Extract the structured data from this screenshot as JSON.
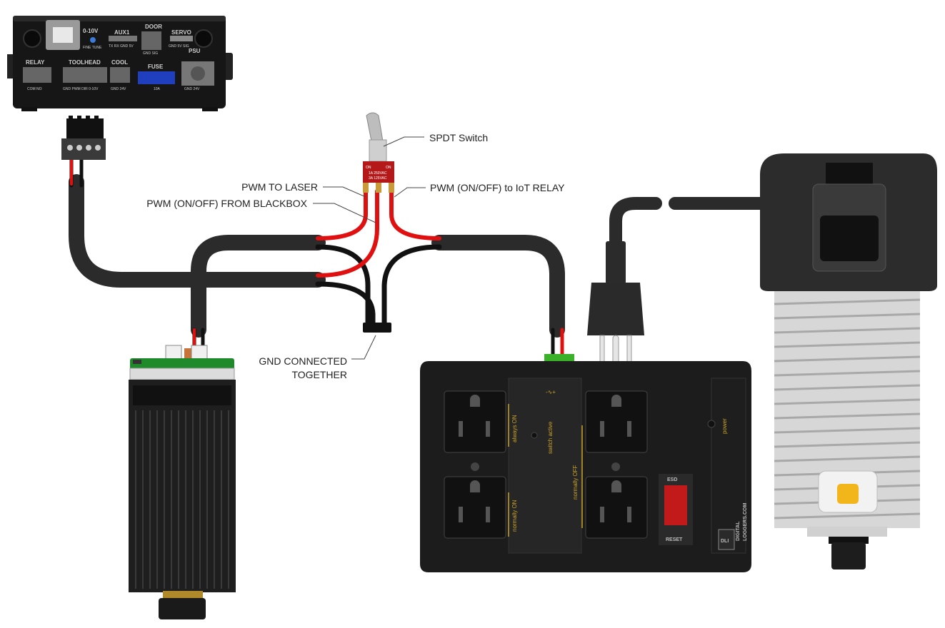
{
  "labels": {
    "spdt_switch": "SPDT Switch",
    "pwm_to_laser": "PWM TO LASER",
    "pwm_from_blackbox": "PWM (ON/OFF) FROM BLACKBOX",
    "pwm_to_iot": "PWM (ON/OFF) to IoT RELAY",
    "gnd_line1": "GND CONNECTED",
    "gnd_line2": "TOGETHER"
  },
  "blackbox": {
    "v010": "0-10V",
    "fine_tune": "FINE TUNE",
    "aux1": "AUX1",
    "aux1_pins": "TX RX GND 5V",
    "door": "DOOR",
    "door_pins": "GND SIG",
    "servo": "SERVO",
    "servo_pins": "GND 5V SIG",
    "psu": "PSU",
    "relay": "RELAY",
    "relay_pins": "COM NO",
    "toolhead": "TOOLHEAD",
    "toolhead_pins": "GND PWM DIR 0-10V",
    "cool": "COOL",
    "cool_pins": "GND 24V",
    "fuse": "FUSE",
    "fuse_rating": "10A",
    "psu_pins": "GND 24V"
  },
  "switch": {
    "on_left": "ON",
    "on_right": "ON",
    "rating1": "1A 250VAC",
    "rating2": "3A 125VAC"
  },
  "iot_relay": {
    "always_on": "always ON",
    "normally_on": "normally ON",
    "normally_off": "normally OFF",
    "switch_active": "switch active",
    "power": "power",
    "reset": "RESET",
    "esd": "ESD",
    "input": "-∿+",
    "brand1": "DIGITAL",
    "brand2": "LOGGERS.COM",
    "brand_logo": "DLI"
  },
  "colors": {
    "cable": "#2b2b2b",
    "red_wire": "#e01010",
    "terminal_green": "#3bb12a",
    "accent_gold": "#c9a227"
  }
}
